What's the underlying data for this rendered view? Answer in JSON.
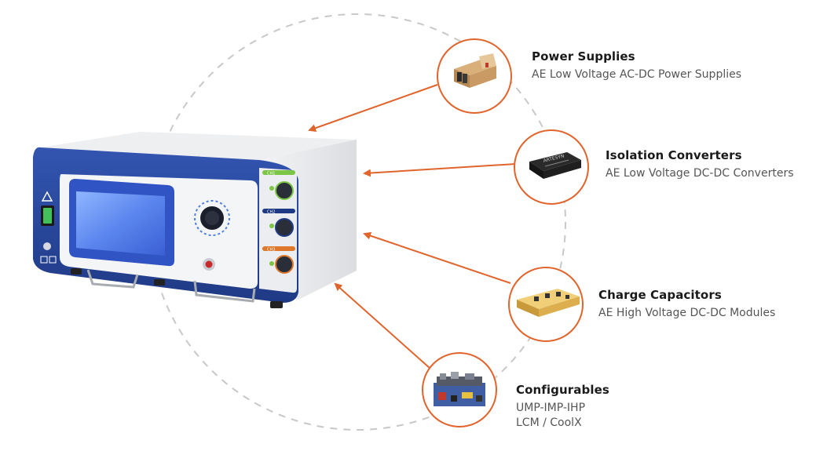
{
  "colors": {
    "accent": "#e0642c",
    "ring": "#c8c8c8",
    "device_blue": "#2a4aa0",
    "title_text": "#1a1a1a",
    "sub_text": "#555555"
  },
  "products": [
    {
      "id": "power-supplies",
      "title": "Power Supplies",
      "subtitle": "AE Low Voltage AC-DC Power Supplies",
      "icon": "power-supply-icon"
    },
    {
      "id": "isolation-converters",
      "title": "Isolation Converters",
      "subtitle": "AE Low Voltage DC-DC Converters",
      "icon": "dc-dc-converter-icon"
    },
    {
      "id": "charge-capacitors",
      "title": "Charge Capacitors",
      "subtitle": "AE High Voltage DC-DC Modules",
      "icon": "hv-module-icon"
    },
    {
      "id": "configurables",
      "title": "Configurables",
      "subtitle": "UMP-IMP-IHP",
      "subtitle2": "LCM / CoolX",
      "icon": "configurable-board-icon"
    }
  ],
  "device": {
    "channels": [
      "CH1",
      "CH2",
      "CH3"
    ],
    "icon": "medical-generator-icon"
  }
}
